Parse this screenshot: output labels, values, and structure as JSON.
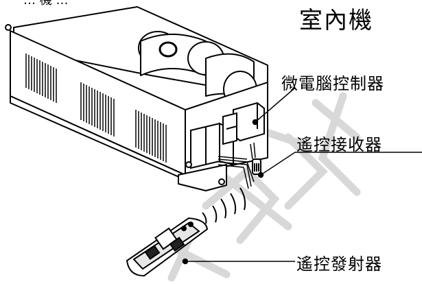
{
  "labels": {
    "top_fragment": "… 機 …",
    "unit": "室內機",
    "controller": "微電腦控制器",
    "receiver": "遙控接收器",
    "transmitter": "遙控發射器"
  },
  "colors": {
    "line": "#000000",
    "watermark": "#d8d8d8",
    "background": "#ffffff"
  }
}
